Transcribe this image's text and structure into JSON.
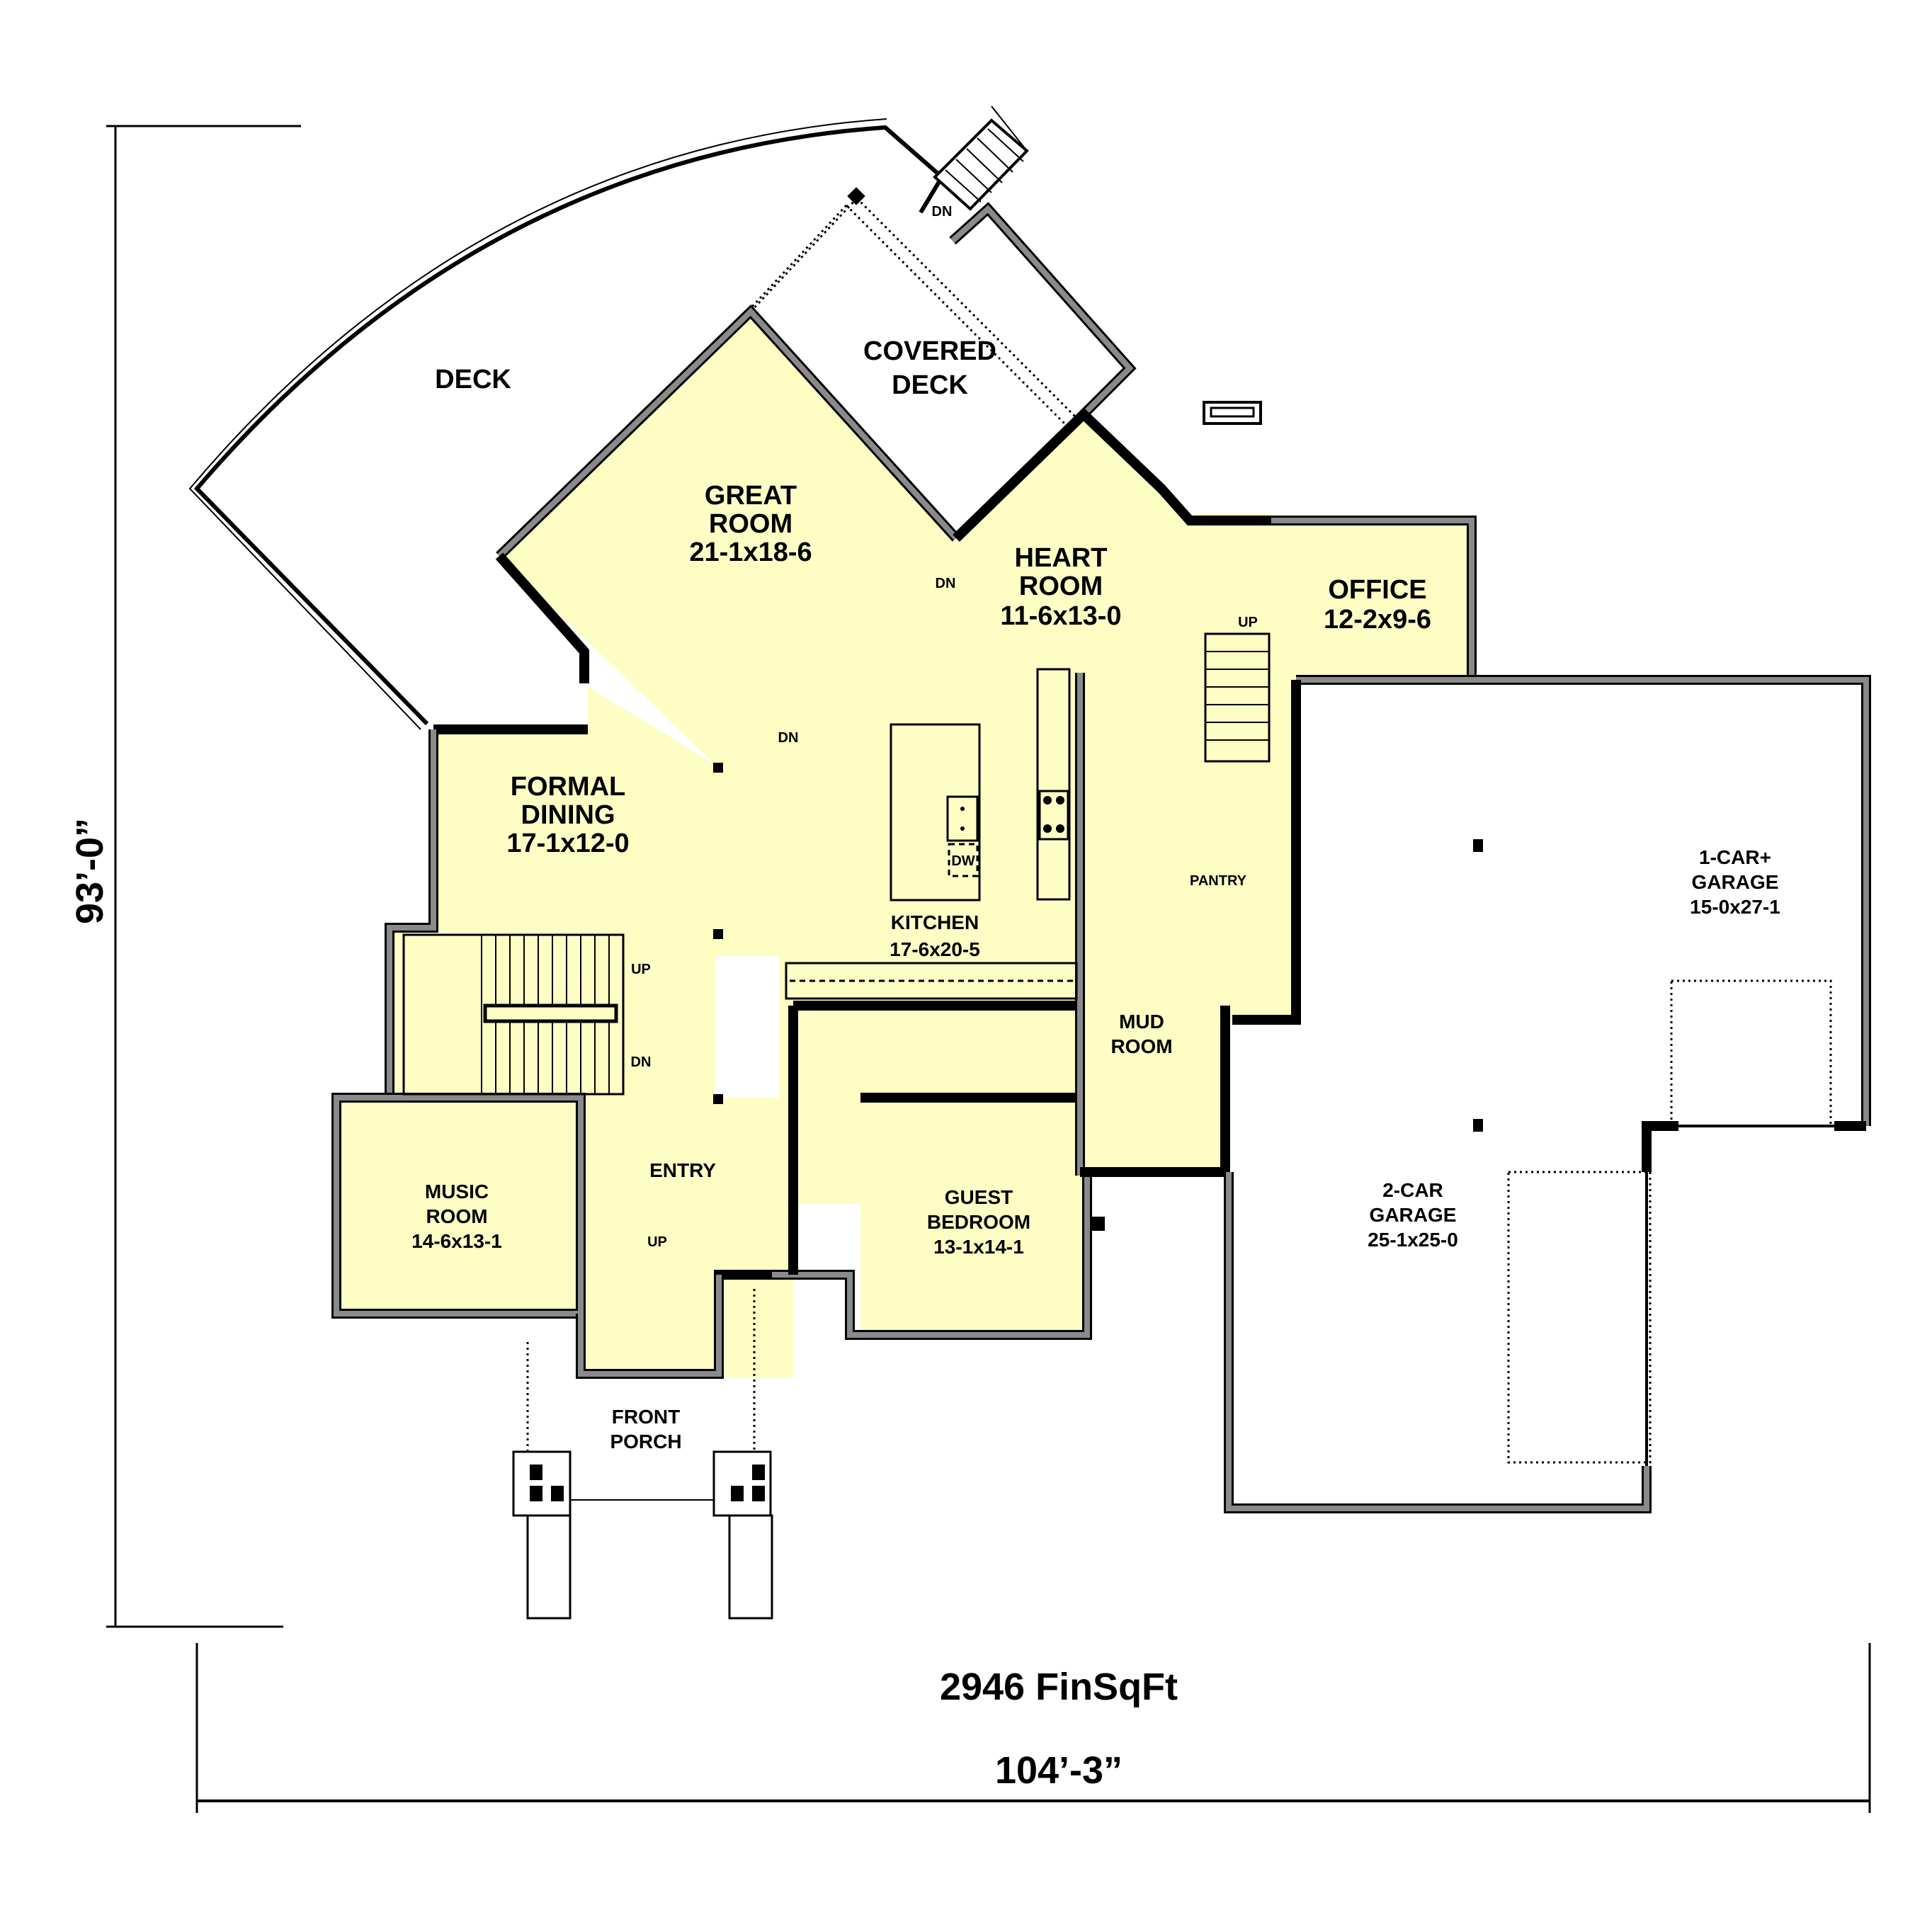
{
  "plan": {
    "colors": {
      "floor_fill": "#fdfdc4",
      "wall_fill": "#8a8a8a",
      "line": "#000000",
      "background": "#ffffff"
    },
    "dimensions": {
      "height_label": "93’-0”",
      "width_label": "104’-3”"
    },
    "area_label": "2946 FinSqFt",
    "rooms": {
      "deck": {
        "name": "DECK"
      },
      "covered_deck": {
        "line1": "COVERED",
        "line2": "DECK"
      },
      "great_room": {
        "line1": "GREAT",
        "line2": "ROOM",
        "size": "21-1x18-6"
      },
      "heart_room": {
        "line1": "HEART",
        "line2": "ROOM",
        "size": "11-6x13-0"
      },
      "office": {
        "line1": "OFFICE",
        "size": "12-2x9-6"
      },
      "formal_dining": {
        "line1": "FORMAL",
        "line2": "DINING",
        "size": "17-1x12-0"
      },
      "kitchen": {
        "line1": "KITCHEN",
        "size": "17-6x20-5"
      },
      "pantry": {
        "line1": "PANTRY"
      },
      "one_car_garage": {
        "line1": "1-CAR+",
        "line2": "GARAGE",
        "size": "15-0x27-1"
      },
      "mud_room": {
        "line1": "MUD",
        "line2": "ROOM"
      },
      "entry": {
        "line1": "ENTRY"
      },
      "music_room": {
        "line1": "MUSIC",
        "line2": "ROOM",
        "size": "14-6x13-1"
      },
      "guest_bedroom": {
        "line1": "GUEST",
        "line2": "BEDROOM",
        "size": "13-1x14-1"
      },
      "two_car_garage": {
        "line1": "2-CAR",
        "line2": "GARAGE",
        "size": "25-1x25-0"
      },
      "front_porch": {
        "line1": "FRONT",
        "line2": "PORCH"
      }
    },
    "annotations": {
      "dn_deck_stair": "DN",
      "dn_great_room_1": "DN",
      "dn_great_room_2": "DN",
      "up_heart_stair": "UP",
      "up_main_stair": "UP",
      "dn_main_stair": "DN",
      "up_entry": "UP",
      "dishwasher": "DW"
    }
  }
}
